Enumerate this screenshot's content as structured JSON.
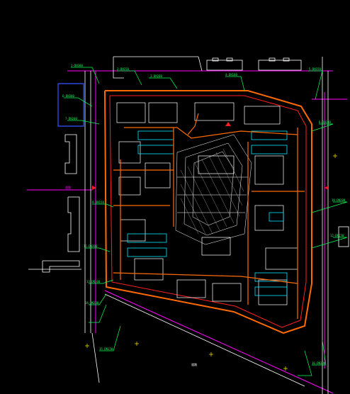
{
  "drawing": {
    "background": "#000000",
    "colors": {
      "property_line": "#ff00ff",
      "road_edge": "#ffffff",
      "building": "#ffffff",
      "pipe_orange": "#ff6a00",
      "pipe_red": "#ff2020",
      "callout_green": "#00ff55",
      "parking_cyan": "#00e5ff",
      "mark_yellow": "#ffee00",
      "outline_blue": "#3355ff"
    }
  },
  "callouts": [
    {
      "text": "1-DN300"
    },
    {
      "text": "2-DN150"
    },
    {
      "text": "3-DN200"
    },
    {
      "text": "4-DN100"
    },
    {
      "text": "5-DN150"
    },
    {
      "text": "6-DN300"
    },
    {
      "text": "7-DN200"
    },
    {
      "text": "8-DN100"
    },
    {
      "text": "9-DN150"
    },
    {
      "text": "10-DN200"
    },
    {
      "text": "11-DN300"
    },
    {
      "text": "12-DN150"
    },
    {
      "text": "13-DN100"
    },
    {
      "text": "14-DN200"
    },
    {
      "text": "15-DN150"
    },
    {
      "text": "16-DN300"
    }
  ],
  "road_labels": [
    {
      "text": "道路"
    },
    {
      "text": "道路"
    }
  ]
}
